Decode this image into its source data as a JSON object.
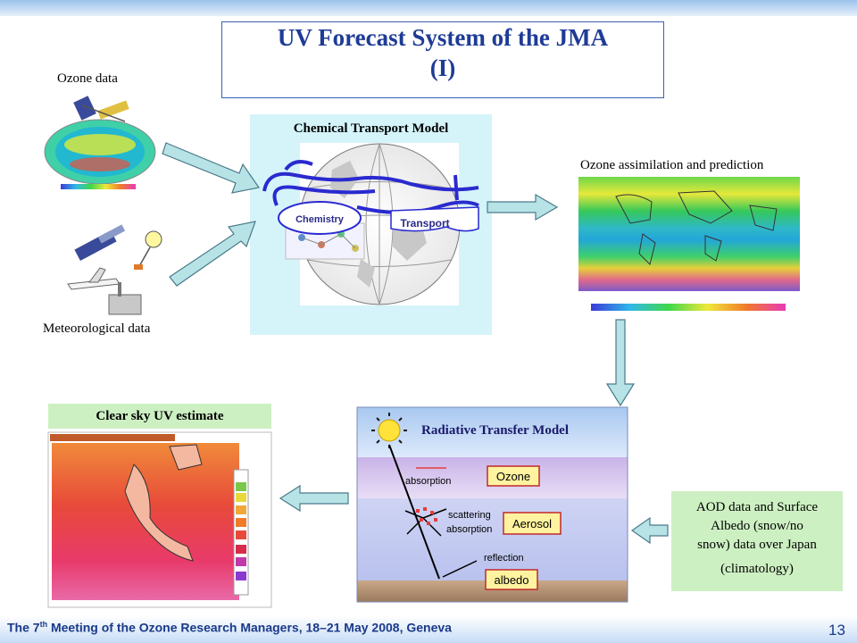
{
  "title": {
    "line1": "UV Forecast System of the JMA",
    "line2": "(I)"
  },
  "labels": {
    "ozone_data": "Ozone data",
    "meteorological_data": "Meteorological data",
    "chemical_transport_model": "Chemical Transport Model",
    "chemistry": "Chemistry",
    "transport": "Transport",
    "ozone_assimilation": "Ozone assimilation and prediction",
    "clear_sky_uv": "Clear sky UV estimate"
  },
  "radiative_transfer": {
    "title": "Radiative Transfer Model",
    "absorption1": "absorption",
    "ozone": "Ozone",
    "scattering": "scattering",
    "absorption2": "absorption",
    "aerosol": "Aerosol",
    "reflection": "reflection",
    "albedo": "albedo"
  },
  "aod_box": {
    "line1": "AOD data and Surface",
    "line2": "Albedo (snow/no",
    "line3": "snow) data over Japan",
    "line4": "(climatology)"
  },
  "footer": {
    "prefix": "The 7",
    "sup": "th",
    "rest": " Meeting of the Ozone Research Managers, 18–21 May 2008, Geneva",
    "page": "13"
  },
  "colors": {
    "title": "#1e3b96",
    "ctm_panel": "#d4f4fa",
    "green_box": "#cdf0c2",
    "arrow_fill": "#b7e3e6",
    "arrow_stroke": "#4a7a8a"
  }
}
